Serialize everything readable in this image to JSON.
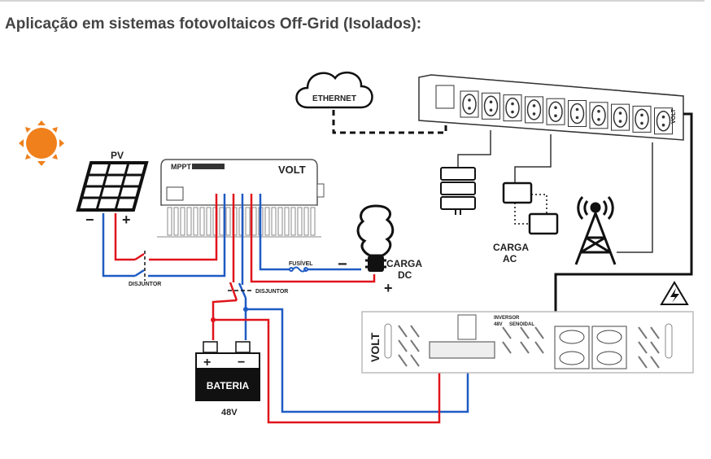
{
  "heading": "Aplicação em sistemas fotovoltaicos Off-Grid (Isolados):",
  "diagram": {
    "pv_label": "PV",
    "pv_minus": "−",
    "pv_plus": "+",
    "controller_brand": "MPPT",
    "controller_logo": "VOLT",
    "disjuntor_label": "DISJUNTOR",
    "fusivel_label": "FUSÍVEL",
    "load_dc_label_1": "CARGA",
    "load_dc_label_2": "DC",
    "load_dc_minus": "−",
    "load_dc_plus": "+",
    "battery_plus": "+",
    "battery_minus": "−",
    "battery_label": "BATERIA",
    "battery_voltage": "48V",
    "ethernet_label": "ETHERNET",
    "load_ac_label_1": "CARGA",
    "load_ac_label_2": "AC",
    "inverter_logo": "VOLT",
    "inverter_model_1": "INVERSOR",
    "inverter_model_2": "48V",
    "inverter_model_3": "SENOIDAL",
    "pdu_logo": "VOLT",
    "colors": {
      "positive": "#e0141b",
      "negative": "#1f5bc4",
      "sun": "#f0801c",
      "ac_line": "#111111"
    }
  }
}
